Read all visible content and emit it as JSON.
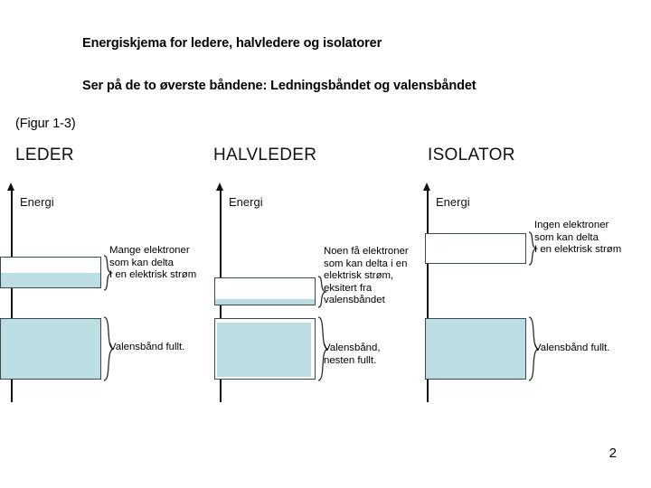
{
  "slide": {
    "page_number": "2",
    "title_lines": [
      "Energiskjema for ledere, halvledere og isolatorer",
      "Ser på de to øverste båndene: Ledningsbåndet og valensbåndet",
      "(Figur 1-3)"
    ]
  },
  "colors": {
    "band_fill": "#bcdde1",
    "band_stroke": "#3a4a4a",
    "axis": "#111111",
    "background": "#ffffff",
    "text": "#000000"
  },
  "columns": [
    {
      "heading": "LEDER",
      "axis_label": "Energi",
      "conduction": {
        "annotation": "Mange elektroner\nsom kan delta\nI en elektrisk strøm",
        "fill_state": "partially-filled"
      },
      "valence": {
        "annotation": "Valensbånd fullt.",
        "fill_state": "full"
      }
    },
    {
      "heading": "HALVLEDER",
      "axis_label": "Energi",
      "conduction": {
        "annotation": "Noen få elektroner\nsom kan delta i en\nelektrisk strøm,\neksitert fra\nvalensbåndet",
        "fill_state": "slightly-filled"
      },
      "valence": {
        "annotation": "Valensbånd,\nnesten fullt.",
        "fill_state": "nearly-full"
      }
    },
    {
      "heading": "ISOLATOR",
      "axis_label": "Energi",
      "conduction": {
        "annotation": "Ingen elektroner\nsom kan delta\nI en elektrisk strøm",
        "fill_state": "empty"
      },
      "valence": {
        "annotation": "Valensbånd fullt.",
        "fill_state": "full"
      }
    }
  ]
}
